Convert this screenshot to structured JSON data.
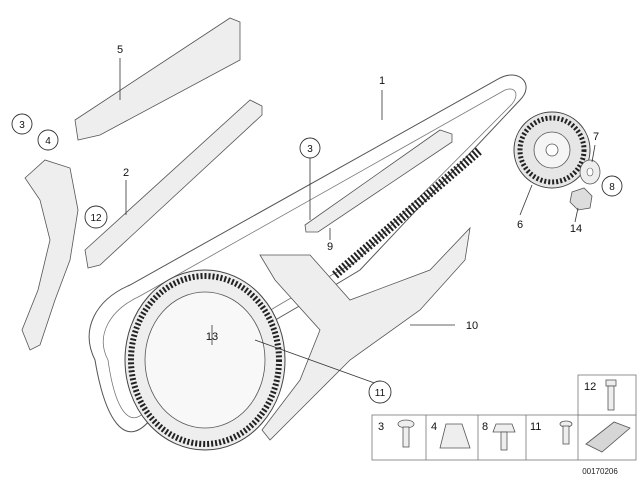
{
  "callouts": {
    "c1": "1",
    "c2": "2",
    "c3a": "3",
    "c3b": "3",
    "c4": "4",
    "c5": "5",
    "c6": "6",
    "c7": "7",
    "c8": "8",
    "c9": "9",
    "c10": "10",
    "c11": "11",
    "c12": "12",
    "c13": "13",
    "c14": "14"
  },
  "kit": {
    "k3": "3",
    "k4": "4",
    "k8": "8",
    "k11": "11",
    "k12": "12"
  },
  "diagram_code": "00170206"
}
